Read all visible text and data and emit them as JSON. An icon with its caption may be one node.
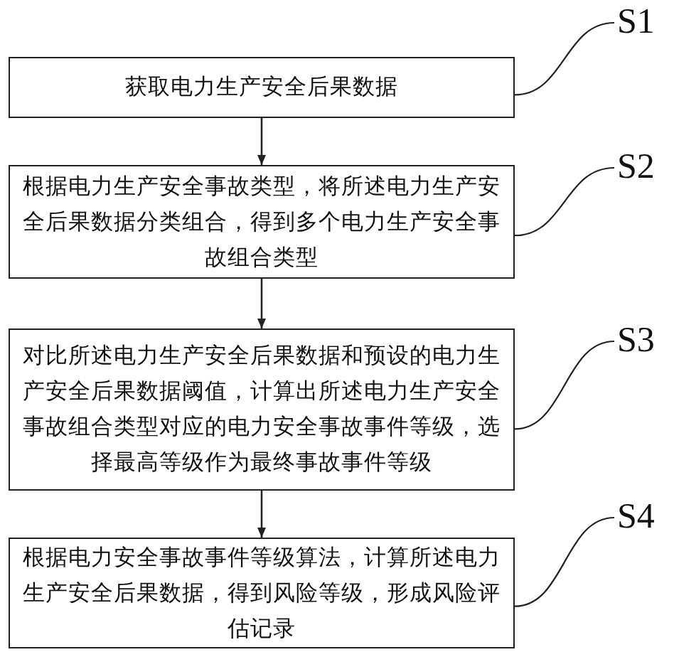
{
  "diagram": {
    "nodes": [
      {
        "text": [
          "获取电力生产安全后果数据"
        ]
      },
      {
        "text": [
          "S1"
        ]
      },
      {
        "text": [
          "根据电力生产安全事故类型，将所述电力生产安全后果数据分类组合，得到多个电力生产安全事故组合类型"
        ]
      },
      {
        "text": [
          "S2"
        ]
      },
      {
        "text": [
          "对比所述电力生产安全后果数据和预设的电力生产安全后果数据阈值，计算出所述电力生产安全事故组合类型对应的电力安全事故事件等级，选择最高等级作为最终事故事件等级"
        ]
      },
      {
        "text": [
          "S3"
        ]
      },
      {
        "text": [
          "根据电力安全事故事件等级算法，计算所述电力生产安全后果数据，得到风险等级，形成风险评估记录"
        ]
      },
      {
        "text": [
          "S4"
        ]
      }
    ],
    "edges": [
      {
        "from": 0,
        "to": 2,
        "arrow": "to"
      },
      {
        "from": 2,
        "to": 4,
        "arrow": "to"
      },
      {
        "from": 4,
        "to": 6,
        "arrow": "to"
      },
      {
        "from": 1,
        "to": 0,
        "arrow": "none"
      },
      {
        "from": 3,
        "to": 2,
        "arrow": "none"
      },
      {
        "from": 5,
        "to": 4,
        "arrow": "none"
      },
      {
        "from": 7,
        "to": 6,
        "arrow": "none"
      }
    ]
  }
}
